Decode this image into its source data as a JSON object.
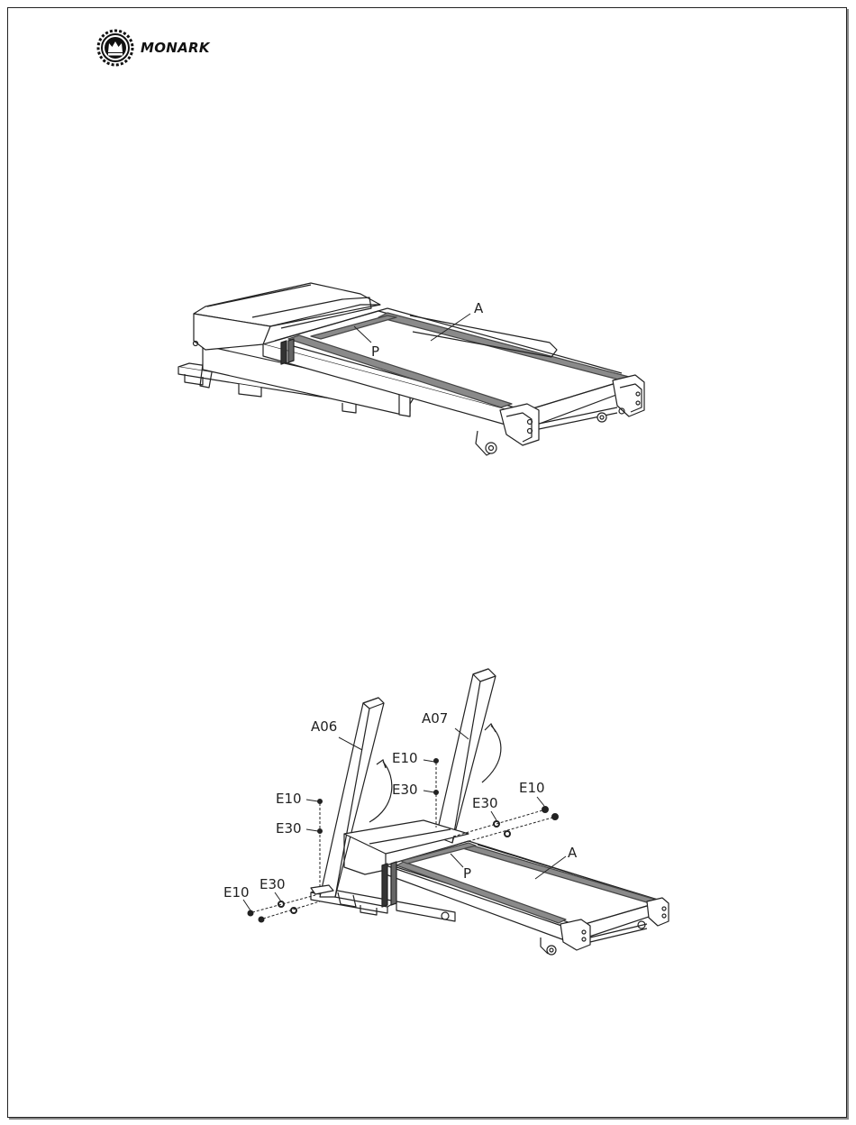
{
  "brand": {
    "name": "MONARK",
    "logo_icon": "crown-gear-icon"
  },
  "figure1": {
    "labels": {
      "a": "A",
      "p": "P"
    }
  },
  "figure2": {
    "labels": {
      "a06": "A06",
      "a07": "A07",
      "e10_top": "E10",
      "e30_top": "E30",
      "e10_left_upper": "E10",
      "e30_left_upper": "E30",
      "e10_left_lower": "E10",
      "e30_left_lower": "E30",
      "e30_right": "E30",
      "e10_right": "E10",
      "a": "A",
      "p": "P"
    }
  }
}
